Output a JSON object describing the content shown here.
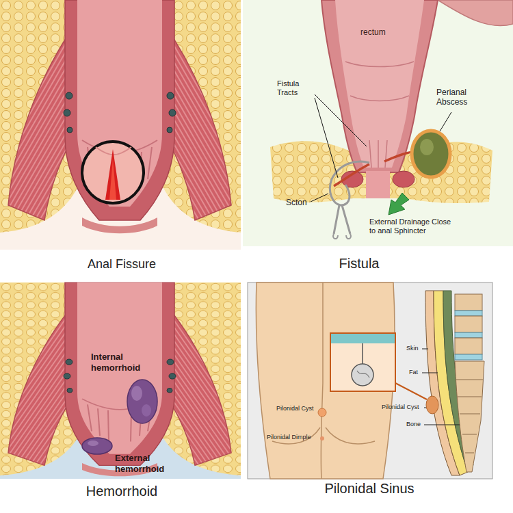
{
  "diagram": {
    "labels": [
      "Anal Fissure",
      "rectum",
      "Fistula Tracts",
      "Perianal Abscess",
      "Scton",
      "External Drainage Close to anal Sphincter",
      "Fistula",
      "Internal hemorrhoid",
      "External hemorrhoid",
      "Hemorrhoid",
      "Pilonidal Cyst",
      "Pilonidal Dimple",
      "Skin",
      "Fat",
      "Pilonidal Cyst",
      "Bone",
      "Pilonidal Sinus"
    ]
  }
}
